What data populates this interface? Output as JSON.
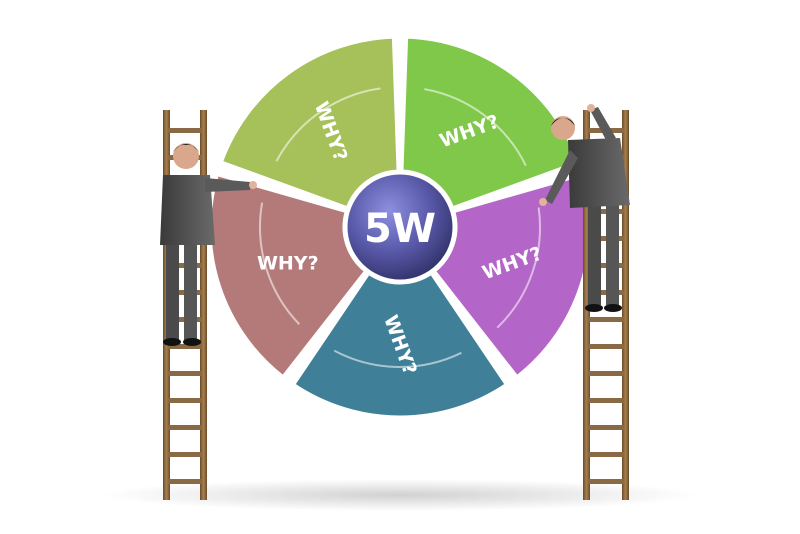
{
  "diagram": {
    "hub_label": "5W",
    "segments": [
      {
        "label": "WHY?",
        "color": "#7fc84a"
      },
      {
        "label": "WHY?",
        "color": "#b466c8"
      },
      {
        "label": "WHY?",
        "color": "#3f7f98"
      },
      {
        "label": "WHY?",
        "color": "#b47a7a"
      },
      {
        "label": "WHY?",
        "color": "#a6c05a"
      }
    ],
    "hub_color": "#5a5aa8"
  },
  "figures": [
    {
      "name": "businessman-left"
    },
    {
      "name": "businessman-right"
    }
  ]
}
